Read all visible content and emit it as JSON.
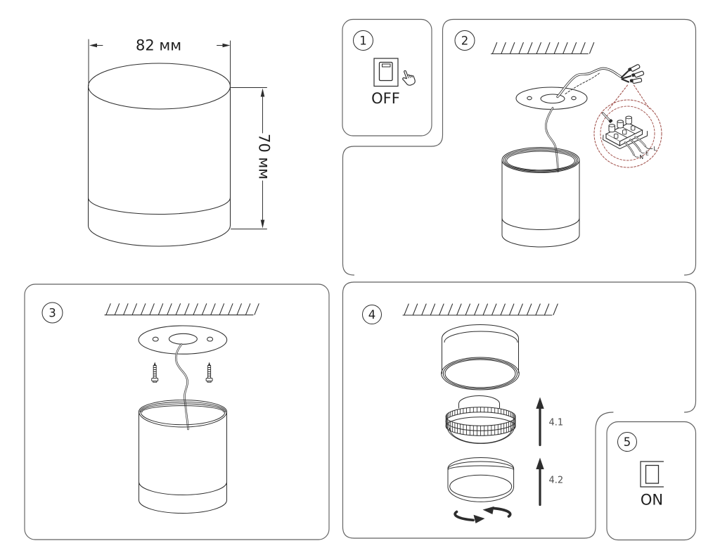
{
  "colors": {
    "ink": "#2d2d2d",
    "panel_stroke": "#606060",
    "accent_red": "#a1524c",
    "label_gray": "#4f4f4f",
    "text": "#1f1f1f"
  },
  "dimension_drawing": {
    "width_label": "82 мм",
    "height_label": "70 мм"
  },
  "steps": {
    "step1": {
      "number": "1",
      "switch_label": "OFF"
    },
    "step2": {
      "number": "2",
      "terminal_line": "L",
      "terminal_earth": "E",
      "terminal_neutral": "N"
    },
    "step3": {
      "number": "3"
    },
    "step4": {
      "number": "4",
      "arrow1_label": "4.1",
      "arrow2_label": "4.2"
    },
    "step5": {
      "number": "5",
      "switch_label": "ON"
    }
  }
}
